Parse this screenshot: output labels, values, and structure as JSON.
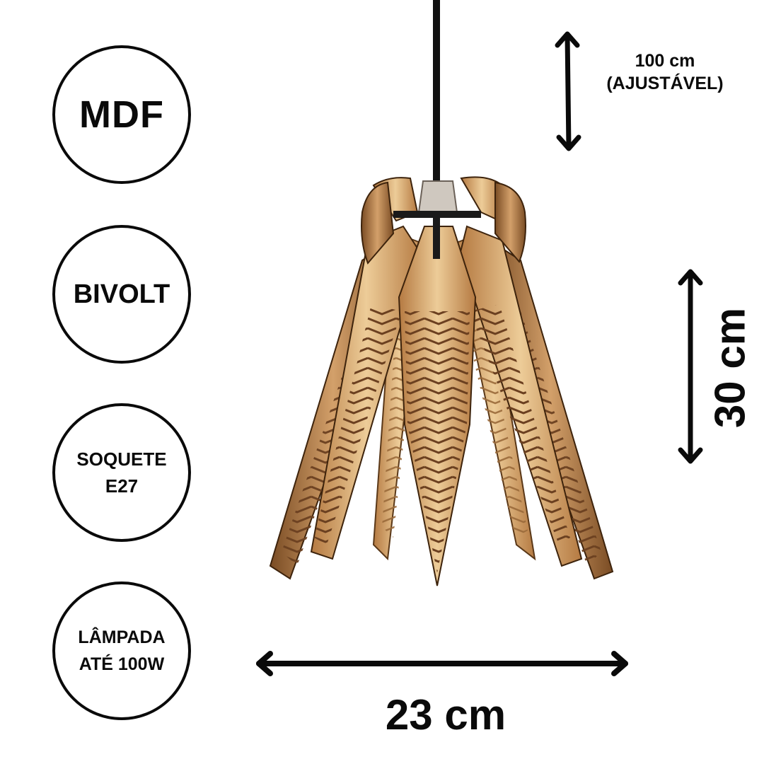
{
  "badges": [
    {
      "lines": [
        "MDF"
      ]
    },
    {
      "lines": [
        "BIVOLT"
      ]
    },
    {
      "lines": [
        "SOQUETE",
        "E27"
      ]
    },
    {
      "lines": [
        "LÂMPADA",
        "ATÉ 100W"
      ]
    }
  ],
  "dimensions": {
    "cable_length": "100 cm",
    "cable_note": "(AJUSTÁVEL)",
    "height": "30 cm",
    "width": "23 cm"
  },
  "colors": {
    "ink": "#0a0a0a",
    "wood_light": "#e9c692",
    "wood_mid": "#c98f55",
    "wood_dark": "#8a5a2e"
  }
}
